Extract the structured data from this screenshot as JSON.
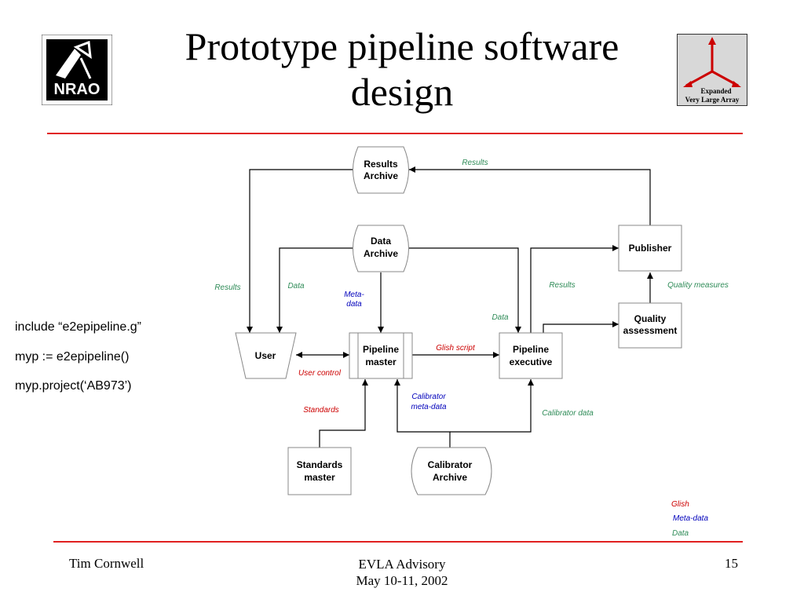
{
  "title_line1": "Prototype pipeline software",
  "title_line2": "design",
  "nodes": {
    "results_archive": [
      "Results",
      "Archive"
    ],
    "data_archive": [
      "Data",
      "Archive"
    ],
    "publisher": [
      "Publisher"
    ],
    "quality_assessment": [
      "Quality",
      "assessment"
    ],
    "user": [
      "User"
    ],
    "pipeline_master": [
      "Pipeline",
      "master"
    ],
    "pipeline_executive": [
      "Pipeline",
      "executive"
    ],
    "standards_master": [
      "Standards",
      "master"
    ],
    "calibrator_archive": [
      "Calibrator",
      "Archive"
    ]
  },
  "flow_labels": {
    "results_top": "Results",
    "results_left": "Results",
    "data_left": "Data",
    "meta_data": [
      "Meta-",
      "data"
    ],
    "results_right": "Results",
    "quality_measures": "Quality measures",
    "data_right": "Data",
    "glish_script": "Glish script",
    "user_control": "User control",
    "standards": "Standards",
    "calibrator_meta": [
      "Calibrator",
      "meta-data"
    ],
    "calibrator_data": "Calibrator  data"
  },
  "legend": {
    "glish": "Glish",
    "meta_data": "Meta-data",
    "data": "Data"
  },
  "colors": {
    "glish": "#cc0000",
    "meta_data": "#0000bb",
    "data": "#2e8b57",
    "rule": "#e02020"
  },
  "code_lines": [
    "include “e2epipeline.g”",
    "myp := e2epipeline()",
    "myp.project(‘AB973’)"
  ],
  "footer": {
    "author": "Tim Cornwell",
    "event_line1": "EVLA Advisory",
    "event_line2": "May 10-11, 2002",
    "page": "15"
  },
  "logos": {
    "left_text": "NRAO",
    "right_text": [
      "Expanded",
      "Very Large Array"
    ]
  }
}
